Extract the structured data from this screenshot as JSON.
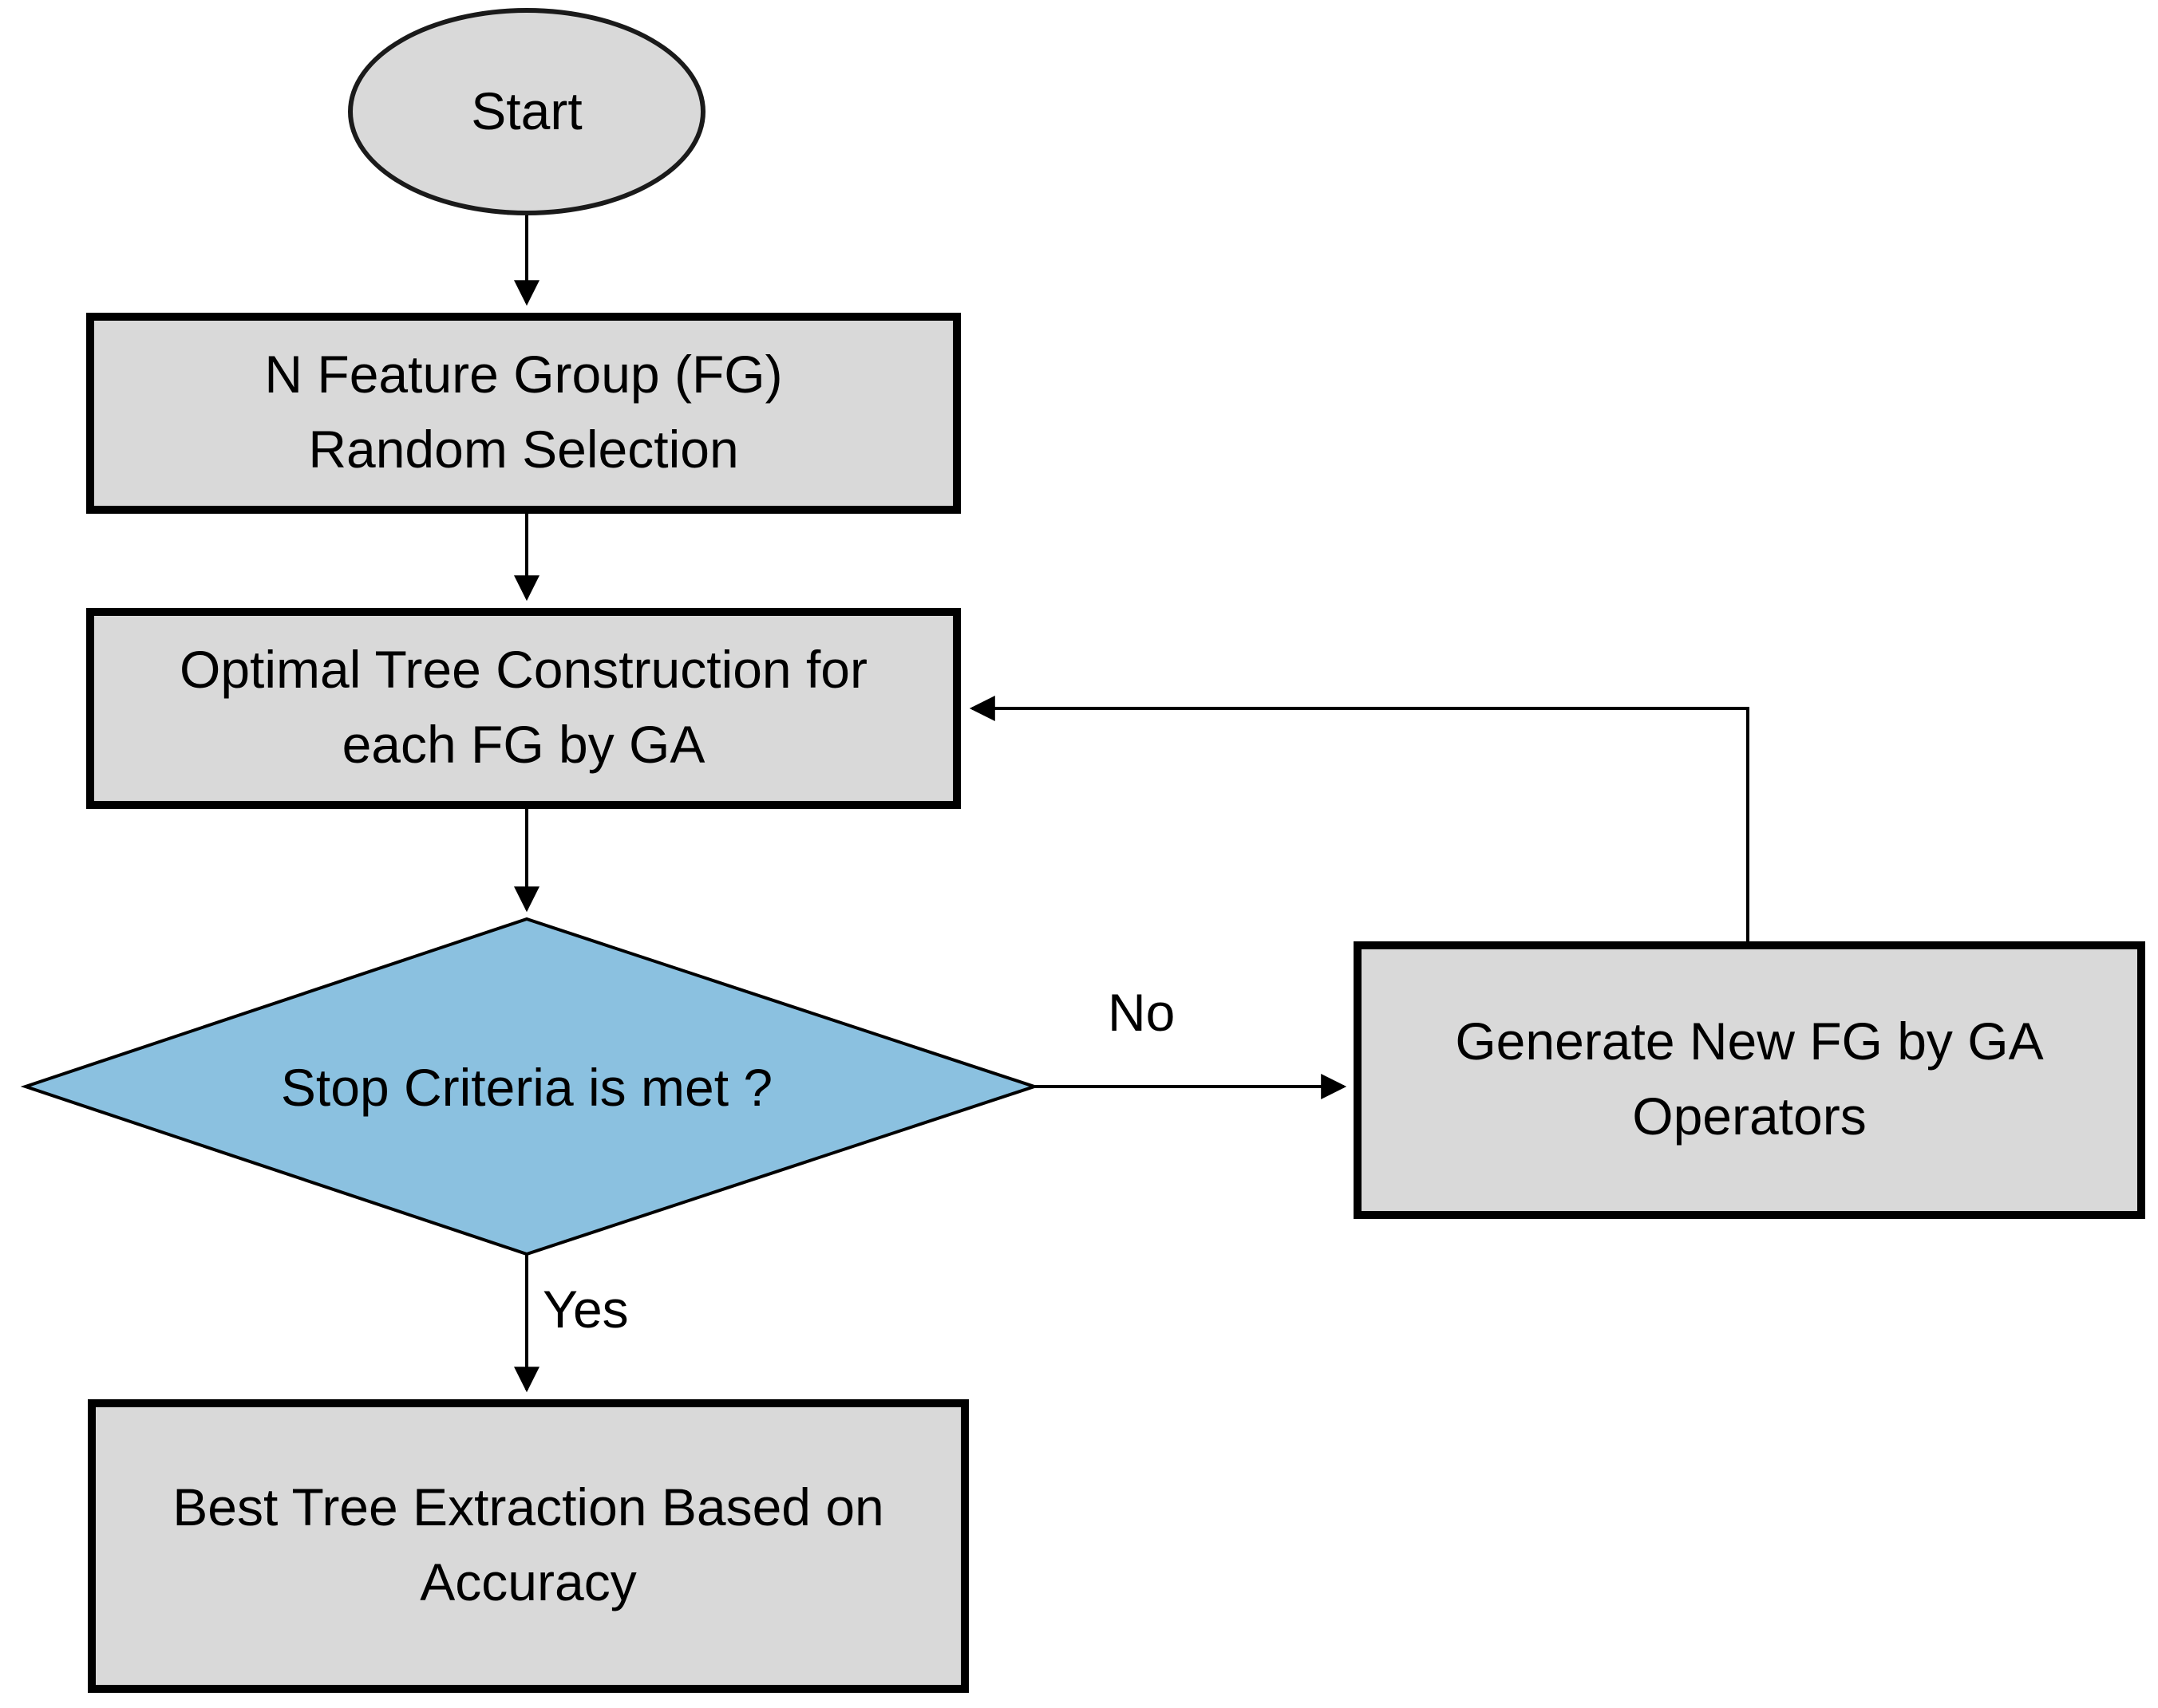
{
  "diagram": {
    "type": "flowchart",
    "nodes": {
      "start": {
        "label": "Start",
        "shape": "ellipse"
      },
      "feature_group": {
        "shape": "process",
        "lines": [
          "N Feature Group (FG)",
          "Random Selection"
        ]
      },
      "tree_construction": {
        "shape": "process",
        "lines": [
          "Optimal Tree Construction for",
          "each FG by GA"
        ]
      },
      "stop_criteria": {
        "shape": "decision",
        "label": "Stop Criteria is met ?"
      },
      "generate_fg": {
        "shape": "process",
        "lines": [
          "Generate New FG by GA",
          "Operators"
        ]
      },
      "best_tree": {
        "shape": "process",
        "lines": [
          "Best Tree Extraction Based on",
          "Accuracy"
        ]
      }
    },
    "edge_labels": {
      "yes": "Yes",
      "no": "No"
    },
    "colors": {
      "process_fill": "#d9d9d9",
      "decision_fill": "#8bc1e0",
      "line": "#000000",
      "text": "#000000",
      "background": "#ffffff"
    }
  }
}
